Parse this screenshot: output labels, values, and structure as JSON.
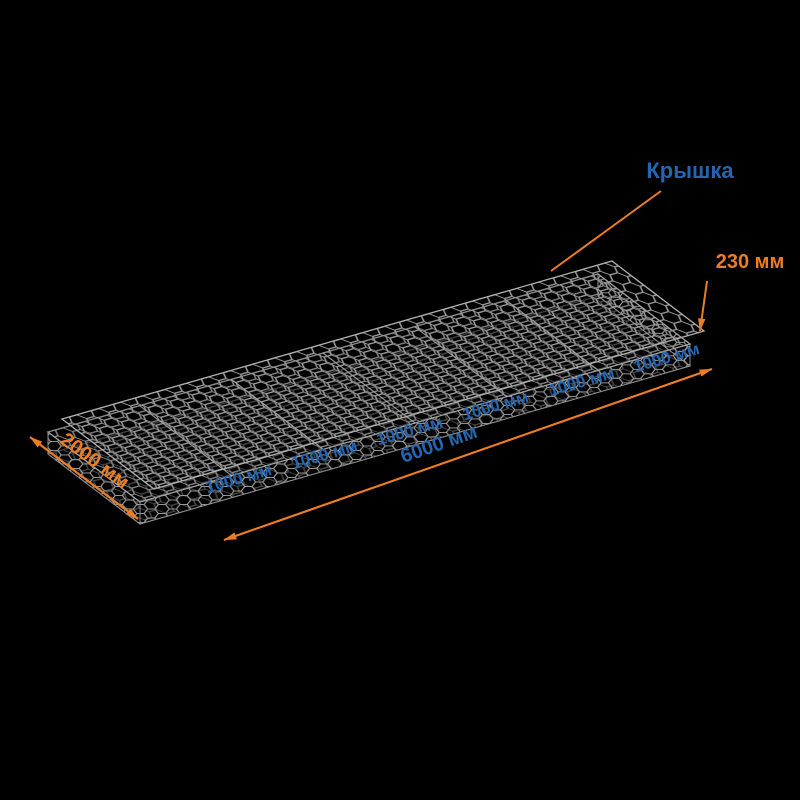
{
  "diagram": {
    "title": "gabion-mattress-dimensions",
    "background": "#000000",
    "labels": {
      "lid": "Крышка",
      "height": "230 мм",
      "width": "2000 мм",
      "length": "6000 мм",
      "sections": [
        "1000 мм",
        "1000 мм",
        "1000 мм",
        "1000 мм",
        "1000 мм",
        "1000 мм"
      ]
    },
    "colors": {
      "accent_orange": "#ED7D23",
      "accent_blue": "#2566AF",
      "mesh_gray": "#9A9A9A",
      "edge_gray": "#8F8F8F"
    }
  }
}
